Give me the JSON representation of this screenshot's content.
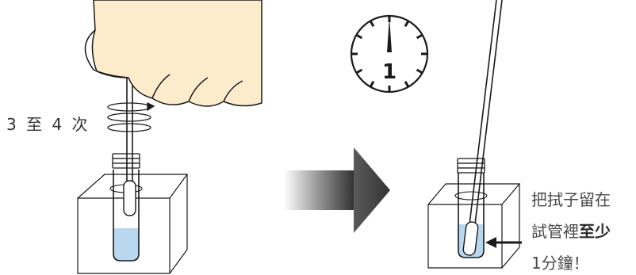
{
  "rotation_label": "3 至 4 次",
  "clock": {
    "number": "1"
  },
  "caption": {
    "line1": "把拭子留在",
    "line2_prefix": "試管裡",
    "line2_bold": "至少",
    "line3": "1分鐘！"
  },
  "colors": {
    "glove": "#fdeccc",
    "liquid": "#b9d7ee",
    "outline": "#1a1a1a",
    "arrow_dark": "#333333",
    "text": "#4a4a4a"
  }
}
